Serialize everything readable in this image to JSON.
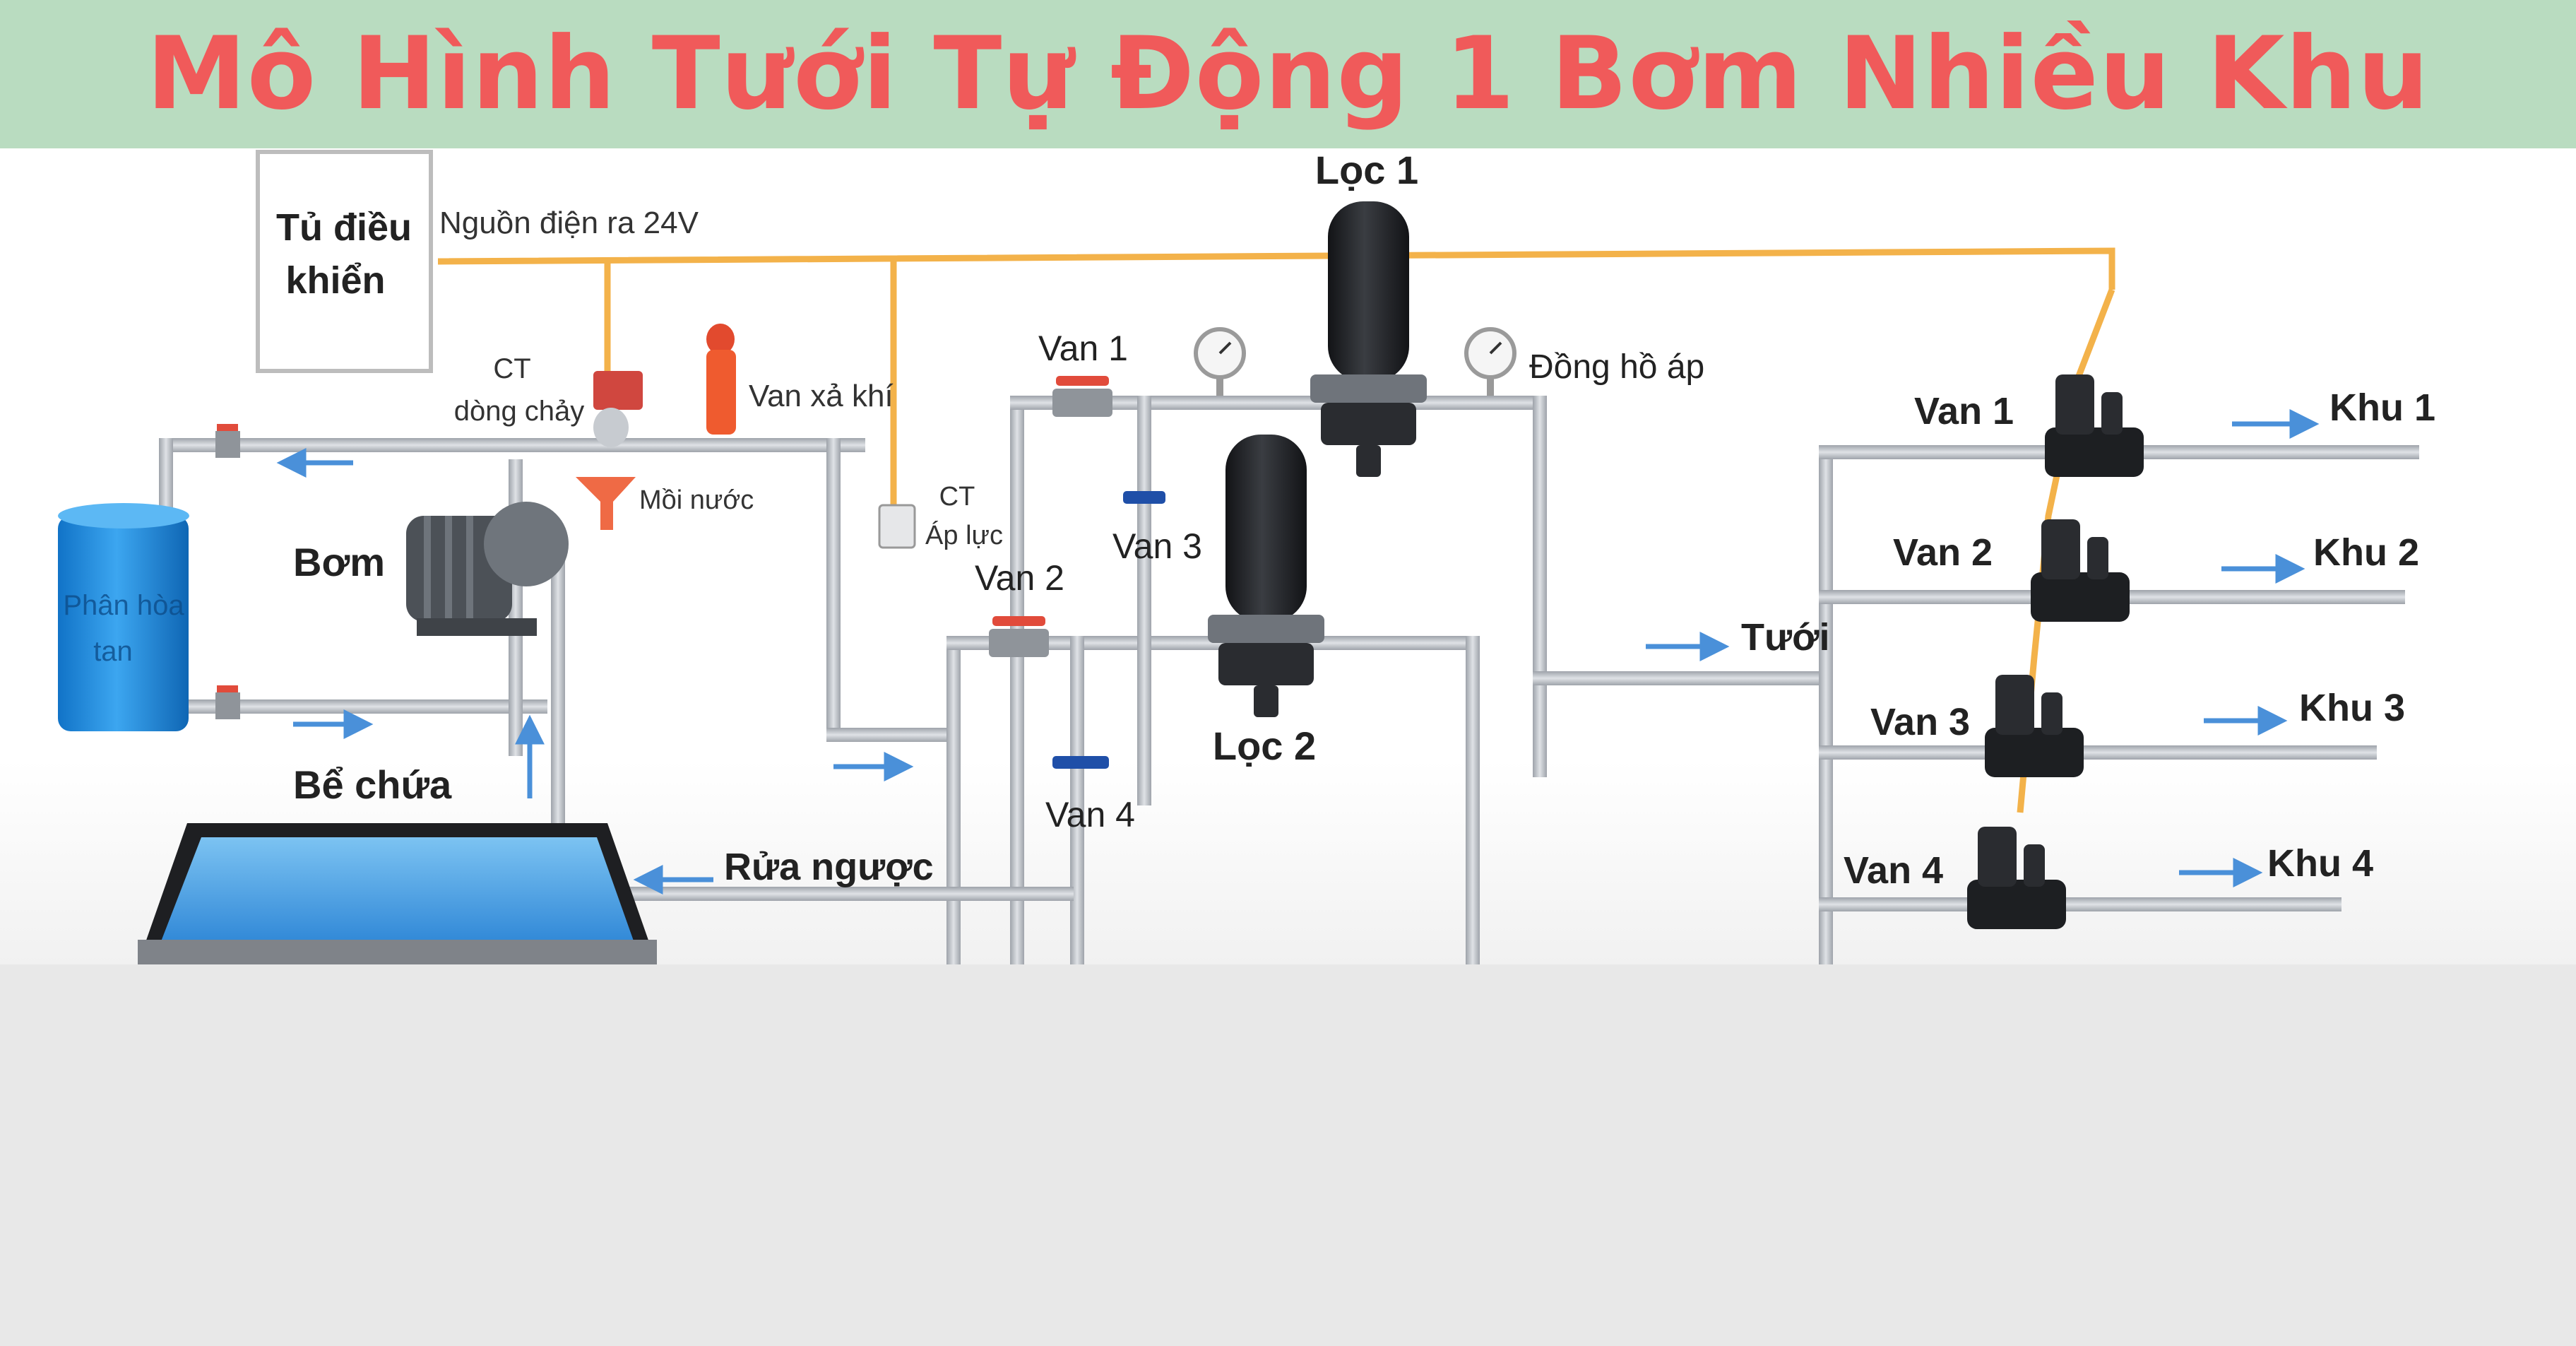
{
  "title": "Mô Hình Tưới Tự Động 1 Bơm Nhiều Khu",
  "labels": {
    "control_cabinet_line1": "Tủ điều",
    "control_cabinet_line2": "khiển",
    "power_output": "Nguồn điện ra 24V",
    "flow_sensor_line1": "CT",
    "flow_sensor_line2": "dòng chảy",
    "air_release_valve": "Van xả khí",
    "priming": "Mồi nước",
    "pressure_sensor_line1": "CT",
    "pressure_sensor_line2": "Áp lực",
    "pump": "Bơm",
    "fertilizer_tank_line1": "Phân hòa",
    "fertilizer_tank_line2": "tan",
    "storage_tank": "Bể chứa",
    "backwash": "Rửa ngược",
    "filter_1": "Lọc 1",
    "filter_2": "Lọc 2",
    "pressure_gauge": "Đồng hồ áp",
    "irrigation": "Tưới",
    "filter_valves": [
      "Van 1",
      "Van 2",
      "Van 3",
      "Van 4"
    ],
    "zone_valves": [
      "Van 1",
      "Van 2",
      "Van 3",
      "Van 4"
    ],
    "zones": [
      "Khu 1",
      "Khu 2",
      "Khu 3",
      "Khu 4"
    ]
  },
  "colors": {
    "title_text": "#f05a5a",
    "title_bar": "#b9dcc0",
    "power_wire": "#f3b24a",
    "pipe": "#b9bdc3",
    "flow_arrow": "#4a90d9",
    "tank_water": "#4ea6e6",
    "drum": "#1f8fe0",
    "filter_body": "#1d1f22",
    "valve_handle_red": "#e14b3b",
    "valve_handle_blue": "#1f4fa8"
  }
}
